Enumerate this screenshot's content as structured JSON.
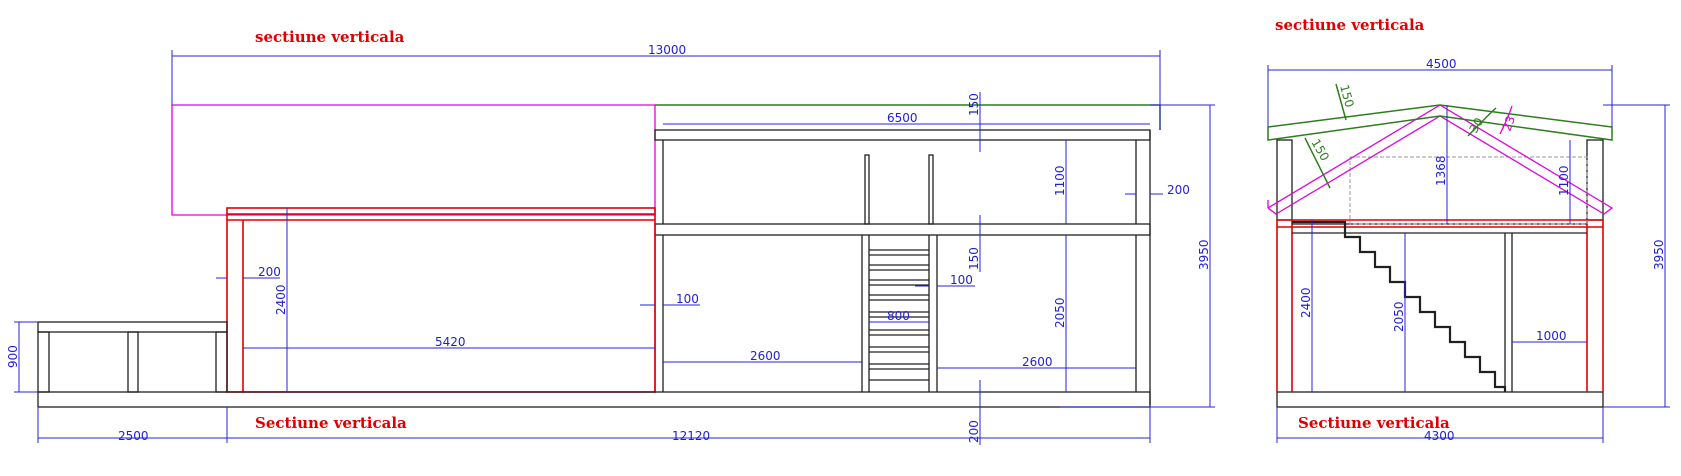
{
  "titles": {
    "top_left": "sectiune verticala",
    "bottom_left": "Sectiune verticala",
    "top_right": "sectiune verticala",
    "bottom_right": "Sectiune verticala"
  },
  "left_section": {
    "dims": {
      "total_length": "13000",
      "upper_floor_length": "6500",
      "slab_150_top": "150",
      "slab_150_mid": "150",
      "height_1100": "1100",
      "wall_200_right": "200",
      "wall_200_left": "200",
      "height_2400": "2400",
      "span_5420": "5420",
      "wall_100_a": "100",
      "wall_100_b": "100",
      "stair_800": "800",
      "span_2600_a": "2600",
      "span_2600_b": "2600",
      "height_2050": "2050",
      "height_3950": "3950",
      "height_900": "900",
      "base_2500": "2500",
      "base_12120": "12120",
      "base_200": "200"
    }
  },
  "right_section": {
    "dims": {
      "width_4500": "4500",
      "roof_150_a": "150",
      "roof_150_b": "150",
      "roof_angle": "30",
      "roof_angle_b": "23",
      "height_1368": "1368",
      "height_1100": "1100",
      "height_2400": "2400",
      "height_2050": "2050",
      "span_1000": "1000",
      "height_3950": "3950",
      "width_4300": "4300"
    }
  },
  "colors": {
    "dimension": "#1f1fd6",
    "title": "#e00000",
    "structure": "#202020",
    "ground_floor_wall": "#e00000",
    "overhang": "#e000e0",
    "roof": "#2e7d1e"
  }
}
